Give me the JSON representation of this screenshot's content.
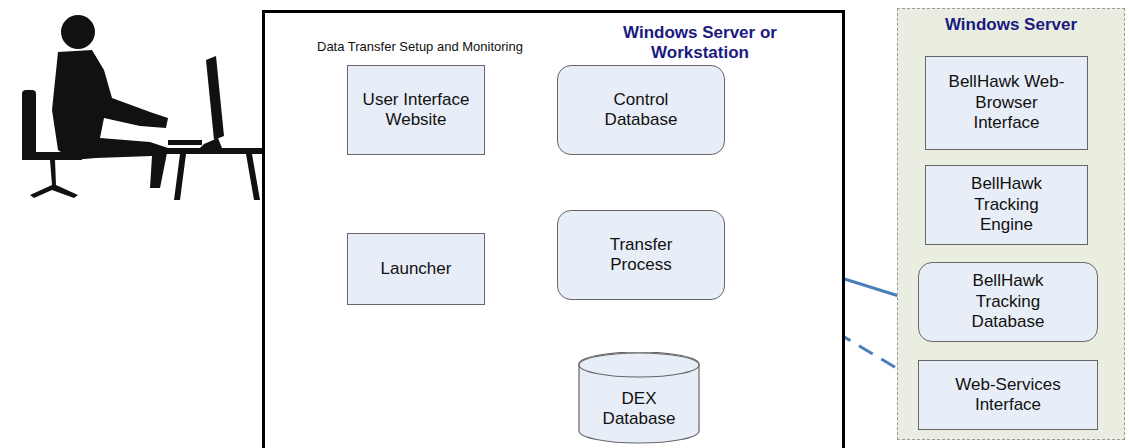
{
  "diagram": {
    "nodes": [
      {
        "text": [
          "Data Transfer Setup and Monitoring",
          "Windows Server or Workstation"
        ]
      },
      {
        "text": [
          "User Interface Website"
        ],
        "in": 0
      },
      {
        "text": [
          "Control Database"
        ],
        "in": 0
      },
      {
        "text": [
          "Launcher"
        ],
        "in": 0
      },
      {
        "text": [
          "Transfer Process"
        ],
        "in": 0
      },
      {
        "text": [
          "DEX Database"
        ],
        "in": 0
      },
      {
        "text": [
          "Windows Server"
        ]
      },
      {
        "text": [
          "BellHawk Web-Browser Interface"
        ],
        "in": 6
      },
      {
        "text": [
          "BellHawk Tracking Engine"
        ],
        "in": 6
      },
      {
        "text": [
          "BellHawk Tracking Database"
        ],
        "in": 6
      },
      {
        "text": [
          "Web-Services Interface"
        ],
        "in": 6
      }
    ],
    "edges": [
      {
        "from": 1,
        "to": 2,
        "arrow": "both"
      },
      {
        "from": 2,
        "to": 3,
        "arrow": "both"
      },
      {
        "from": 3,
        "to": 4,
        "arrow": "to"
      },
      {
        "from": 2,
        "to": 4,
        "arrow": "both"
      },
      {
        "from": 4,
        "to": 5,
        "arrow": "both"
      },
      {
        "from": 4,
        "to": 9,
        "arrow": "both"
      },
      {
        "from": 4,
        "to": 10,
        "arrow": "both"
      },
      {
        "from": 7,
        "to": 8,
        "arrow": "none"
      },
      {
        "from": 8,
        "to": 9,
        "arrow": "none"
      },
      {
        "from": 9,
        "to": 10,
        "arrow": "none"
      }
    ]
  }
}
